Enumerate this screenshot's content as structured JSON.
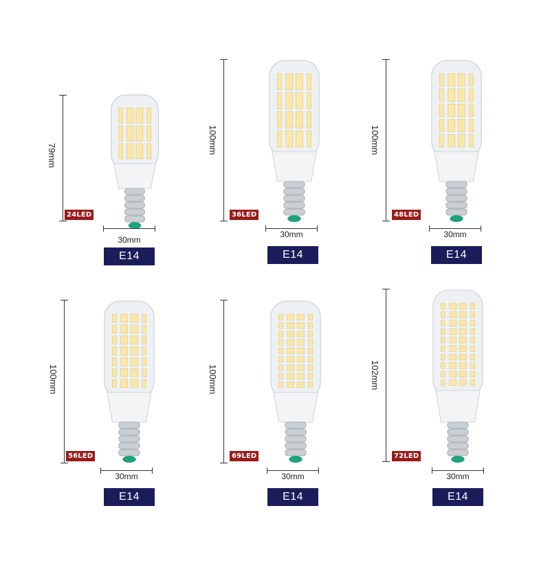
{
  "products": [
    {
      "led_label": "24LED",
      "height_label": "79mm",
      "width_label": "30mm",
      "base_label": "E14",
      "height_mm": 79,
      "led_rows": 3
    },
    {
      "led_label": "36LED",
      "height_label": "100mm",
      "width_label": "30mm",
      "base_label": "E14",
      "height_mm": 100,
      "led_rows": 4
    },
    {
      "led_label": "48LED",
      "height_label": "100mm",
      "width_label": "30mm",
      "base_label": "E14",
      "height_mm": 100,
      "led_rows": 5
    },
    {
      "led_label": "56LED",
      "height_label": "100mm",
      "width_label": "30mm",
      "base_label": "E14",
      "height_mm": 100,
      "led_rows": 7
    },
    {
      "led_label": "69LED",
      "height_label": "100mm",
      "width_label": "30mm",
      "base_label": "E14",
      "height_mm": 100,
      "led_rows": 9
    },
    {
      "led_label": "72LED",
      "height_label": "102mm",
      "width_label": "30mm",
      "base_label": "E14",
      "height_mm": 102,
      "led_rows": 10
    }
  ],
  "colors": {
    "led_badge": "#9b1b1b",
    "base_badge": "#1a1d5a",
    "led_chip": "#fbe8a8",
    "base_metal": "#c9cfd3",
    "base_tip": "#1fa37c"
  }
}
